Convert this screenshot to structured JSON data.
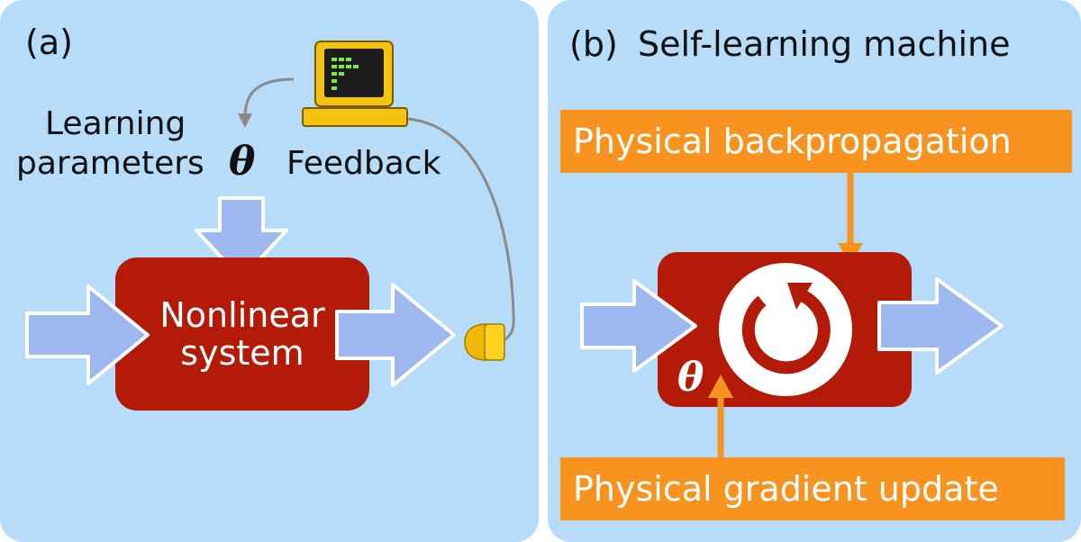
{
  "panel_a": {
    "label": "(a)",
    "learning_parameters_line1": "Learning",
    "learning_parameters_line2": "parameters",
    "theta": "θ",
    "feedback": "Feedback",
    "system_line1": "Nonlinear",
    "system_line2": "system"
  },
  "panel_b": {
    "label": "(b)",
    "title": "Self-learning machine",
    "backprop_label": "Physical backpropagation",
    "gradient_label": "Physical gradient update",
    "theta": "θ"
  },
  "colors": {
    "panel_background": "#b6dcf9",
    "system_box": "#b31b08",
    "arrow_fill": "#9db8ee",
    "orange": "#f7931e",
    "computer_yellow": "#f5c20f",
    "screen_green": "#7ce84a"
  },
  "icons": [
    "computer-icon",
    "detector-icon",
    "cycle-icon"
  ]
}
